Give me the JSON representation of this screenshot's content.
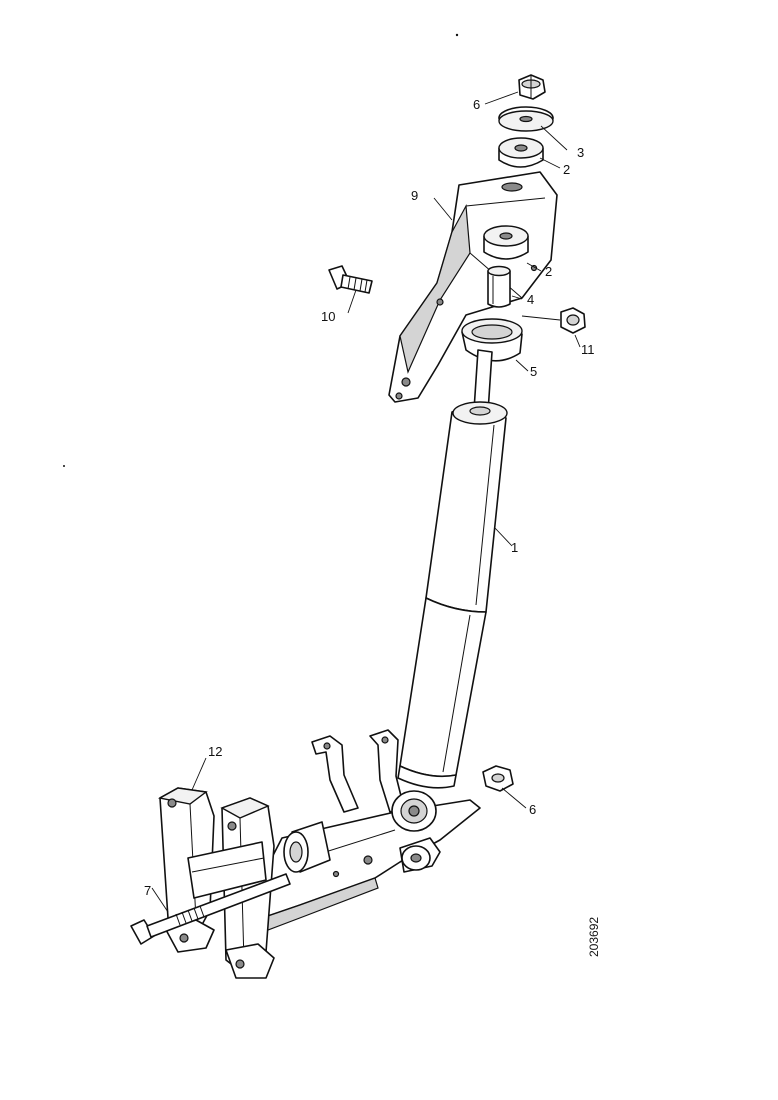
{
  "callouts": {
    "c1": "1",
    "c2a": "2",
    "c2b": "2",
    "c3": "3",
    "c4": "4",
    "c5": "5",
    "c6a": "6",
    "c6b": "6",
    "c7": "7",
    "c9": "9",
    "c10": "10",
    "c11": "11",
    "c12": "12"
  },
  "figure_ref": "203692"
}
